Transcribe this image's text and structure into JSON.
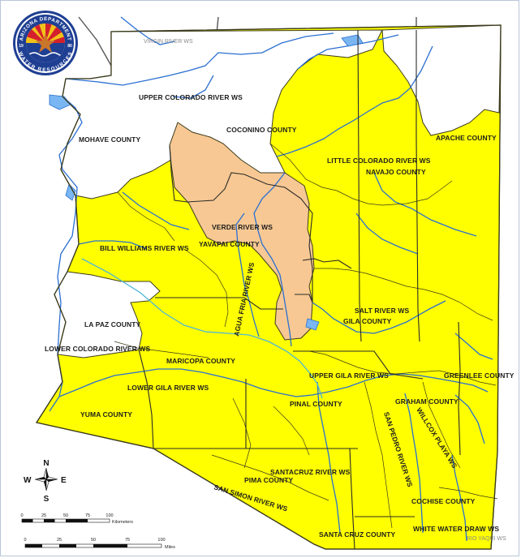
{
  "map": {
    "colors": {
      "state_fill": "#ffff00",
      "outside_fill": "#ffffff",
      "verde_fill": "#f7c893",
      "water": "#2a6fd1",
      "canal": "#4fb6d8",
      "boundary": "#3b3b1d",
      "county_line": "#2b2b2b",
      "frame": "#b9c6d8"
    },
    "logo": {
      "name": "Arizona Department of Water Resources",
      "top_text": "ARIZONA DEPARTMENT",
      "bottom_text": "WATER RESOURCES",
      "year_left": "19",
      "year_right": "80"
    },
    "labels": {
      "virgin": "VIRGIN RIVER WS",
      "upper_colorado": "UPPER COLORADO RIVER WS",
      "coconino": "COCONINO COUNTY",
      "mohave": "MOHAVE COUNTY",
      "apache": "APACHE COUNTY",
      "little_colorado": "LITTLE COLORADO RIVER WS",
      "navajo": "NAVAJO COUNTY",
      "verde": "VERDE RIVER WS",
      "yavapai": "YAVAPAI COUNTY",
      "bill_williams": "BILL WILLIAMS RIVER WS",
      "agua_fria": "AGUA FRIA RIVER WS",
      "salt": "SALT RIVER WS",
      "gila_county": "GILA COUNTY",
      "la_paz": "LA PAZ COUNTY",
      "lower_colorado": "LOWER COLORADO RIVER WS",
      "maricopa": "MARICOPA COUNTY",
      "upper_gila": "UPPER GILA RIVER WS",
      "greenlee": "GREENLEE COUNTY",
      "lower_gila": "LOWER GILA RIVER WS",
      "graham": "GRAHAM COUNTY",
      "pinal": "PINAL COUNTY",
      "yuma": "YUMA COUNTY",
      "san_pedro": "SAN PEDRO RIVER WS",
      "willcox": "WILLCOX PLAYA WS",
      "santacruz_ws": "SANTACRUZ RIVER WS",
      "pima": "PIMA COUNTY",
      "san_simon": "SAN SIMON RIVER WS",
      "cochise": "COCHISE COUNTY",
      "white_water": "WHITE WATER DRAW WS",
      "rio_yaqui": "RIO YAQUI WS",
      "santa_cruz_county": "SANTA CRUZ COUNTY"
    },
    "compass": {
      "n": "N",
      "s": "S",
      "e": "E",
      "w": "W"
    },
    "scale_km": {
      "ticks": [
        "0",
        "25",
        "50",
        "75",
        "100"
      ],
      "unit": "Kilometers"
    },
    "scale_mi": {
      "ticks": [
        "0",
        "25",
        "50",
        "75",
        "100"
      ],
      "unit": "Miles"
    }
  }
}
